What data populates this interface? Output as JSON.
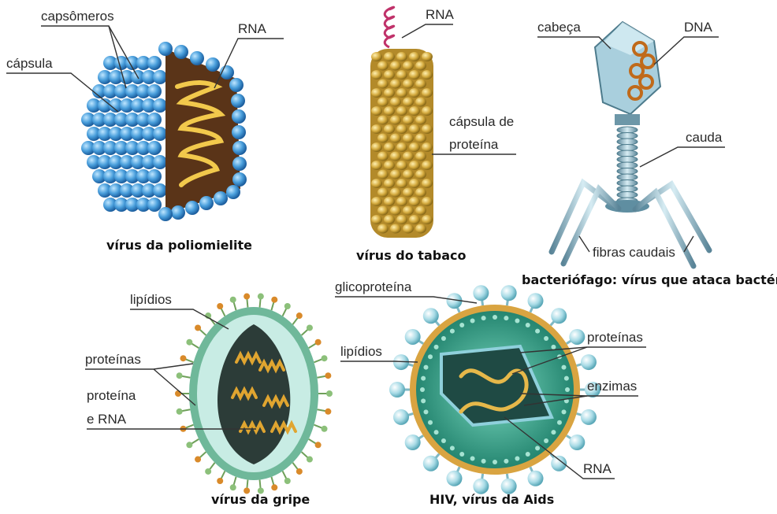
{
  "polio": {
    "label_capsomeros": "capsômeros",
    "label_capsula": "cápsula",
    "label_rna": "RNA",
    "caption": "vírus da poliomielite"
  },
  "tabaco": {
    "label_rna": "RNA",
    "label_capsula_1": "cápsula de",
    "label_capsula_2": "proteína",
    "caption": "vírus do tabaco"
  },
  "bacteriofago": {
    "label_cabeca": "cabeça",
    "label_dna": "DNA",
    "label_cauda": "cauda",
    "label_fibras": "fibras caudais",
    "caption": "bacteriófago: vírus que ataca bactérias"
  },
  "gripe": {
    "label_lipidios": "lipídios",
    "label_proteinas": "proteínas",
    "label_proteina_rna_1": "proteína",
    "label_proteina_rna_2": "e RNA",
    "caption": "vírus da gripe"
  },
  "hiv": {
    "label_glicoproteina": "glicoproteína",
    "label_lipidios": "lipídios",
    "label_proteinas": "proteínas",
    "label_enzimas": "enzimas",
    "label_rna": "RNA",
    "caption": "HIV, vírus da Aids"
  },
  "colors": {
    "polio_blue": "#4a9fdc",
    "polio_interior": "#5a3418",
    "rna_yellow": "#f2c94c",
    "tabaco_gold": "#d4aa3e",
    "phage_steel": "#9fc3d3",
    "gripe_green": "#6fb89a",
    "hiv_teal": "#3aa88e",
    "hiv_bubble": "#a8dbe6"
  }
}
